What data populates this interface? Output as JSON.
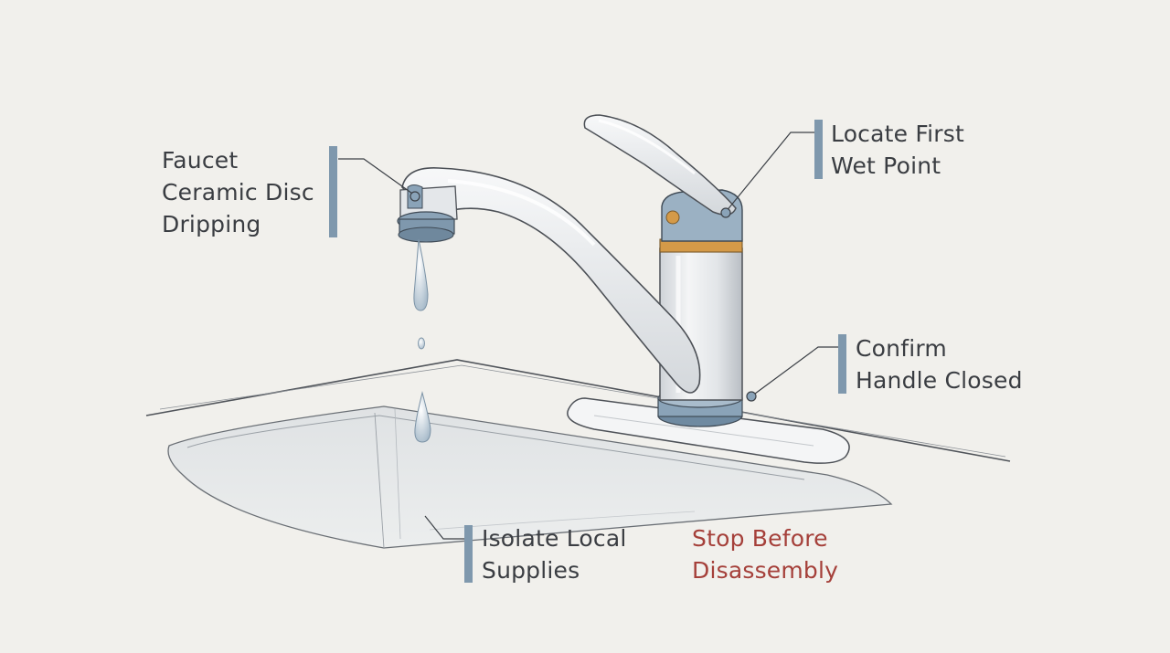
{
  "diagram": {
    "callouts": [
      {
        "id": "faucet-ceramic-disc-dripping",
        "lines": [
          "Faucet",
          "Ceramic Disc",
          "Dripping"
        ]
      },
      {
        "id": "locate-first-wet-point",
        "lines": [
          "Locate First",
          "Wet Point"
        ]
      },
      {
        "id": "confirm-handle-closed",
        "lines": [
          "Confirm",
          "Handle Closed"
        ]
      },
      {
        "id": "isolate-local-supplies",
        "lines": [
          "Isolate Local",
          "Supplies"
        ]
      }
    ],
    "warning": {
      "lines": [
        "Stop Before",
        "Disassembly"
      ]
    },
    "colors": {
      "background": "#f1f0ec",
      "accent_blue": "#7f98ad",
      "brass": "#d49a48",
      "warning_red": "#a5403a",
      "ink": "#3a3d42"
    }
  }
}
